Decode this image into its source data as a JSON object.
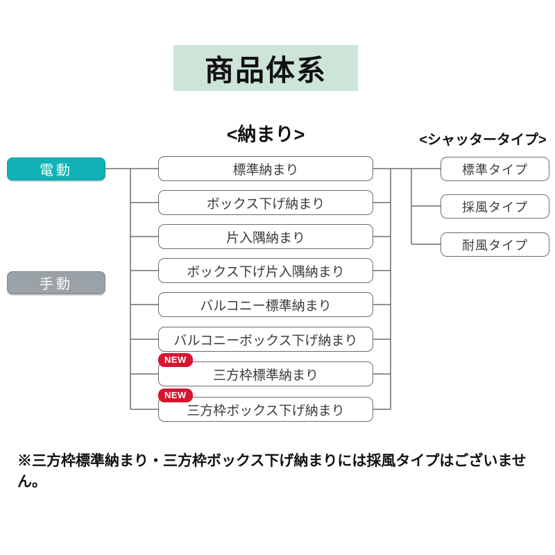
{
  "title": "商品体系",
  "section_headers": {
    "installation": "<納まり>",
    "shutter_type": "<シャッタータイプ>"
  },
  "drive_types": [
    {
      "label": "電動",
      "color": "#10b2b6"
    },
    {
      "label": "手動",
      "color": "#9ba2a7"
    }
  ],
  "installation_types": [
    {
      "label": "標準納まり",
      "is_new": false
    },
    {
      "label": "ボックス下げ納まり",
      "is_new": false
    },
    {
      "label": "片入隅納まり",
      "is_new": false
    },
    {
      "label": "ボックス下げ片入隅納まり",
      "is_new": false
    },
    {
      "label": "バルコニー標準納まり",
      "is_new": false
    },
    {
      "label": "バルコニーボックス下げ納まり",
      "is_new": false
    },
    {
      "label": "三方枠標準納まり",
      "is_new": true
    },
    {
      "label": "三方枠ボックス下げ納まり",
      "is_new": true
    }
  ],
  "new_badge_label": "NEW",
  "shutter_types": [
    {
      "label": "標準タイプ"
    },
    {
      "label": "採風タイプ"
    },
    {
      "label": "耐風タイプ"
    }
  ],
  "footnote": "※三方枠標準納まり・三方枠ボックス下げ納まりには採風タイプはございません。",
  "colors": {
    "title_background": "#cde4d8",
    "electric_button": "#10b2b6",
    "manual_button": "#9ba2a7",
    "new_badge": "#d8142f",
    "connector_line": "#6b6b6b"
  }
}
